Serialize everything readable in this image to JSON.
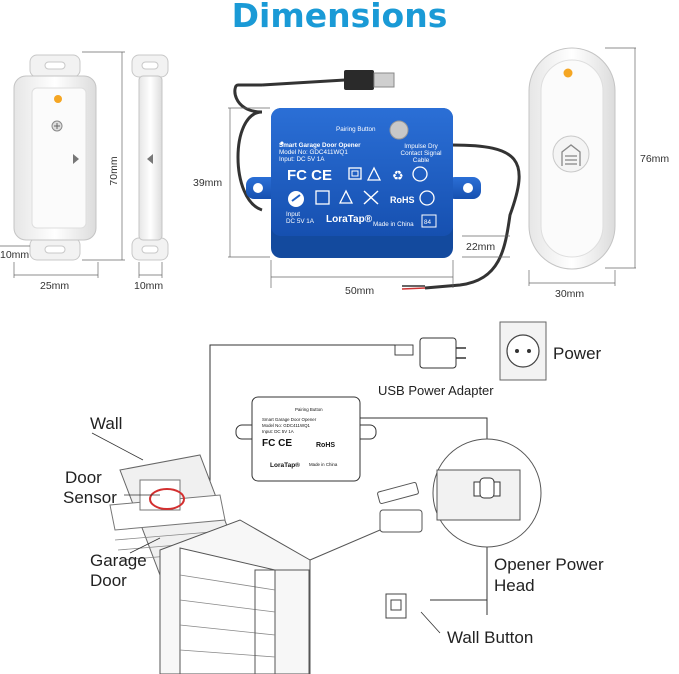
{
  "title": "Dimensions",
  "colors": {
    "title": "#1a9ad6",
    "module": "#1f5fc4",
    "module_dark": "#134a9e",
    "led": "#f5a623"
  },
  "module_top": {
    "button_label": "Pairing Button",
    "product": "Smart Garage Door Opener",
    "model": "Model No: GDC411WQ1",
    "input": "Input: DC 5V 1A",
    "impulse": [
      "Impulse Dry",
      "Contact Signal",
      "Cable"
    ],
    "marks": "FC CE",
    "rohs": "RoHS",
    "input_small": [
      "Input",
      "DC 5V 1A"
    ],
    "brand": "LoraTap®",
    "made_in": "Made in China",
    "code": "84"
  },
  "dimensions": {
    "sensor_h": "70mm",
    "sensor_d": "10mm",
    "sensor_w": "25mm",
    "magnet_w": "10mm",
    "module_h": "39mm",
    "module_w": "50mm",
    "module_d": "22mm",
    "button_h": "76mm",
    "button_w": "30mm"
  },
  "labels": {
    "power": "Power",
    "usb": "USB Power Adapter",
    "wall": "Wall",
    "door_sensor": [
      "Door",
      "Sensor"
    ],
    "garage_door": [
      "Garage",
      "Door"
    ],
    "opener": [
      "Opener Power",
      "Head"
    ],
    "wall_button": "Wall Button"
  }
}
